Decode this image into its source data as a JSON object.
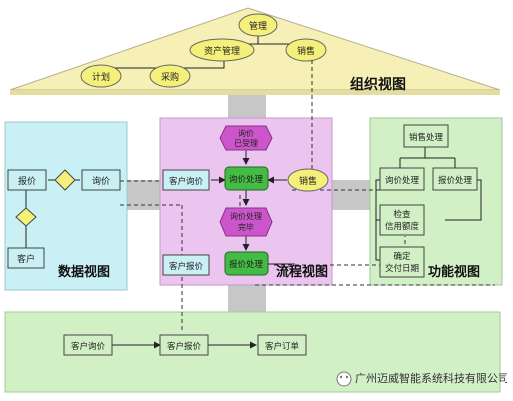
{
  "org_view": {
    "title": "组织视图",
    "nodes": {
      "management": "管理",
      "asset_management": "资产管理",
      "sales": "销售",
      "plan": "计划",
      "purchase": "采购"
    }
  },
  "data_view": {
    "title": "数据视图",
    "nodes": {
      "quote": "报价",
      "inquiry": "询价",
      "customer": "客户"
    }
  },
  "process_view": {
    "title": "流程视图",
    "nodes": {
      "inquiry_processed": "询价\n已受理",
      "inquiry_processing": "询价处理",
      "inquiry_done": "询价处理\n完毕",
      "quote_processing": "报价处理",
      "customer_inquiry": "客户询价",
      "customer_quote": "客户报价",
      "sales": "销售"
    }
  },
  "function_view": {
    "title": "功能视图",
    "nodes": {
      "sales_processing": "销售处理",
      "inquiry_processing": "询价处理",
      "quote_processing": "报价处理",
      "check_credit": "检查\n信用额度",
      "confirm_delivery": "确定\n交付日期"
    }
  },
  "bottom_flow": {
    "nodes": {
      "customer_inquiry": "客户询价",
      "customer_quote": "客户报价",
      "customer_order": "客户订单"
    }
  },
  "watermark": {
    "text": "广州迈威智能系统科技有限公司"
  },
  "colors": {
    "roof": "#f6f0b6",
    "data": "#c9f0f4",
    "process": "#ecc4f0",
    "function": "#d2f0c6",
    "bottom": "#d2f0c6",
    "gray": "#c7c7c7",
    "event": "#cc55cc",
    "func_box": "#44bb44",
    "ellipse": "#f4f07a"
  }
}
